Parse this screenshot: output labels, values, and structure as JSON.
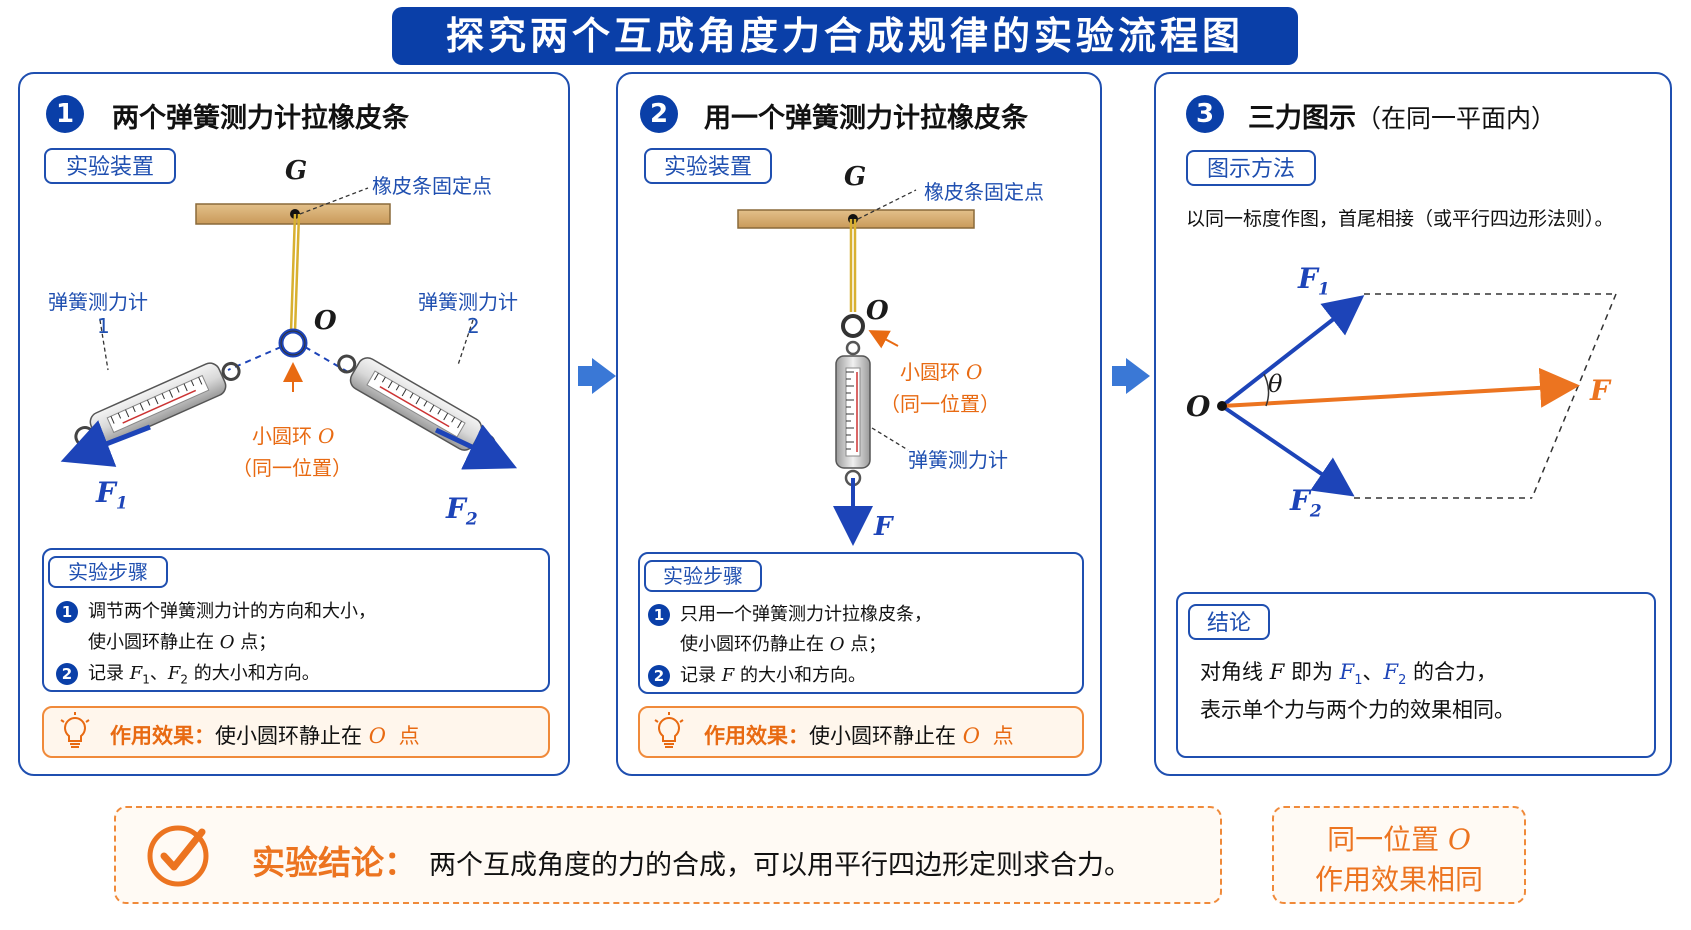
{
  "title": "探究两个互成角度力合成规律的实验流程图",
  "panels": [
    {
      "number": "1",
      "title": "两个弹簧测力计拉橡皮条",
      "tag": "实验装置",
      "labels": {
        "G": "G",
        "fixed_point": "橡皮条固定点",
        "spring1": "弹簧测力计",
        "spring1_num": "1",
        "spring2": "弹簧测力计",
        "spring2_num": "2",
        "O": "O",
        "ring": "小圆环",
        "ring_O": "O",
        "same_pos": "（同一位置）",
        "F1": "F",
        "F1_sub": "1",
        "F2": "F",
        "F2_sub": "2"
      },
      "steps_tag": "实验步骤",
      "steps": [
        {
          "num": "1",
          "line1": "调节两个弹簧测力计的方向和大小，",
          "line2_pre": "使小圆环静止在 ",
          "line2_var": "O",
          "line2_post": " 点；"
        },
        {
          "num": "2",
          "pre": "记录 ",
          "v1": "F",
          "v1_sub": "1",
          "mid": "、",
          "v2": "F",
          "v2_sub": "2",
          "post": " 的大小和方向。"
        }
      ],
      "effect": {
        "lead": "作用效果：",
        "text": "使小圆环静止在 ",
        "var": "O",
        "post": " 点"
      }
    },
    {
      "number": "2",
      "title": "用一个弹簧测力计拉橡皮条",
      "tag": "实验装置",
      "labels": {
        "G": "G",
        "fixed_point": "橡皮条固定点",
        "O": "O",
        "ring": "小圆环",
        "ring_O": "O",
        "same_pos": "（同一位置）",
        "spring": "弹簧测力计",
        "F": "F"
      },
      "steps_tag": "实验步骤",
      "steps": [
        {
          "num": "1",
          "line1": "只用一个弹簧测力计拉橡皮条，",
          "line2_pre": "使小圆环仍静止在 ",
          "line2_var": "O",
          "line2_post": " 点；"
        },
        {
          "num": "2",
          "pre": "记录 ",
          "v1": "F",
          "post": " 的大小和方向。"
        }
      ],
      "effect": {
        "lead": "作用效果：",
        "text": "使小圆环静止在 ",
        "var": "O",
        "post": " 点"
      }
    },
    {
      "number": "3",
      "title": "三力图示",
      "title_sub": "（在同一平面内）",
      "tag": "图示方法",
      "method": "以同一标度作图，首尾相接（或平行四边形法则）。",
      "labels": {
        "F1": "F",
        "F1_sub": "1",
        "F2": "F",
        "F2_sub": "2",
        "F": "F",
        "O": "O",
        "theta": "θ"
      },
      "conclusion_tag": "结论",
      "conclusion": {
        "pre": "对角线 ",
        "v": "F",
        "mid": " 即为 ",
        "v1": "F",
        "v1_sub": "1",
        "sep": "、",
        "v2": "F",
        "v2_sub": "2",
        "post": " 的合力，",
        "line2": "表示单个力与两个力的效果相同。"
      }
    }
  ],
  "conclusion": {
    "lead": "实验结论：",
    "text": "两个互成角度的力的合成，可以用平行四边形定则求合力。"
  },
  "side_note": {
    "line1_pre": "同一位置 ",
    "line1_var": "O",
    "line2": "作用效果相同"
  },
  "colors": {
    "primary": "#0a3fa8",
    "accent": "#e86a12",
    "vector_blue": "#1d44b8"
  }
}
